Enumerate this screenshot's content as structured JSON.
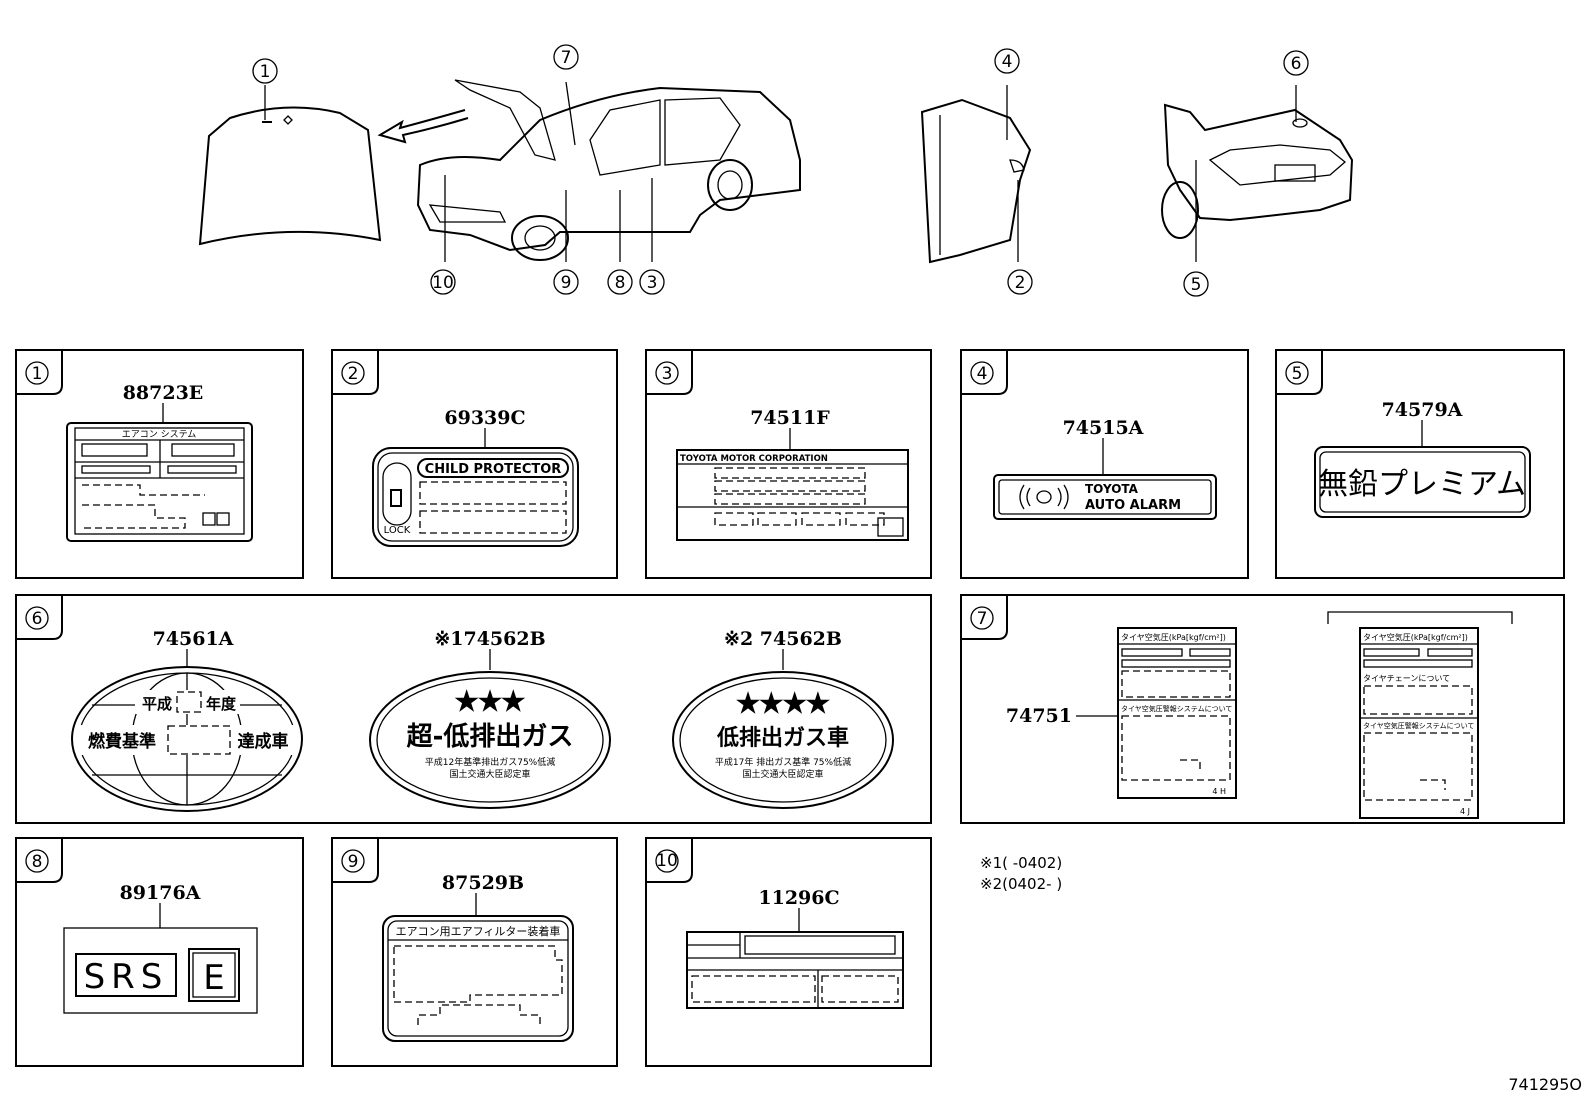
{
  "callouts": [
    "1",
    "2",
    "3",
    "4",
    "5",
    "6",
    "7",
    "8",
    "9",
    "10"
  ],
  "panels": {
    "p1": {
      "index": "1",
      "part_number": "88723E",
      "label_heading": "エアコン システム"
    },
    "p2": {
      "index": "2",
      "part_number": "69339C",
      "label_title": "CHILD PROTECTOR",
      "label_lock": "LOCK"
    },
    "p3": {
      "index": "3",
      "part_number": "74511F",
      "label_title": "TOYOTA MOTOR CORPORATION"
    },
    "p4": {
      "index": "4",
      "part_number": "74515A",
      "label_line1": "TOYOTA",
      "label_line2": "AUTO ALARM"
    },
    "p5": {
      "index": "5",
      "part_number": "74579A",
      "label_text": "無鉛プレミアム"
    },
    "p6": {
      "index": "6",
      "a": {
        "part_number": "74561A",
        "line1_left": "平成",
        "line1_right": "年度",
        "line2_left": "燃費基準",
        "line2_right": "達成車"
      },
      "b": {
        "part_number": "※174562B",
        "stars": "★★★",
        "main": "超-低排出ガス",
        "sub1": "平成12年基準排出ガス75%低減",
        "sub2": "国土交通大臣認定車"
      },
      "c": {
        "part_number": "※2 74562B",
        "stars": "★★★★",
        "main": "低排出ガス車",
        "sub1": "平成17年 排出ガス基準 75%低減",
        "sub2": "国土交通大臣認定車"
      }
    },
    "p7": {
      "index": "7",
      "part_number": "74751",
      "left": {
        "h1": "タイヤ空気圧(kPa[kgf/cm²])",
        "h2": "タイヤ空気圧警報システムについて",
        "code": "4 H"
      },
      "right": {
        "h1": "タイヤ空気圧(kPa[kgf/cm²])",
        "h2": "タイヤチェーンについて",
        "h3": "タイヤ空気圧警報システムについて",
        "code": "4 J"
      }
    },
    "p8": {
      "index": "8",
      "part_number": "89176A",
      "srs": "SRS",
      "e": "E"
    },
    "p9": {
      "index": "9",
      "part_number": "87529B",
      "label_title": "エアコン用エアフィルター装着車"
    },
    "p10": {
      "index": "10",
      "part_number": "11296C"
    }
  },
  "notes": [
    "※1(        -0402)",
    "※2(0402-        )"
  ],
  "diagram_id": "741295O"
}
